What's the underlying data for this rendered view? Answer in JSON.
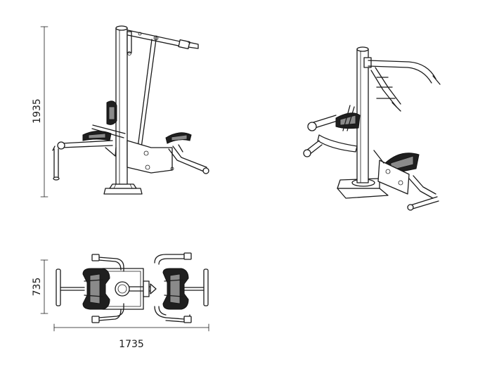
{
  "dimensions": {
    "height": "1935",
    "depth": "735",
    "width": "1735"
  },
  "colors": {
    "line": "#1a1a1a",
    "pad": "#1f1f1f",
    "background": "#ffffff"
  }
}
